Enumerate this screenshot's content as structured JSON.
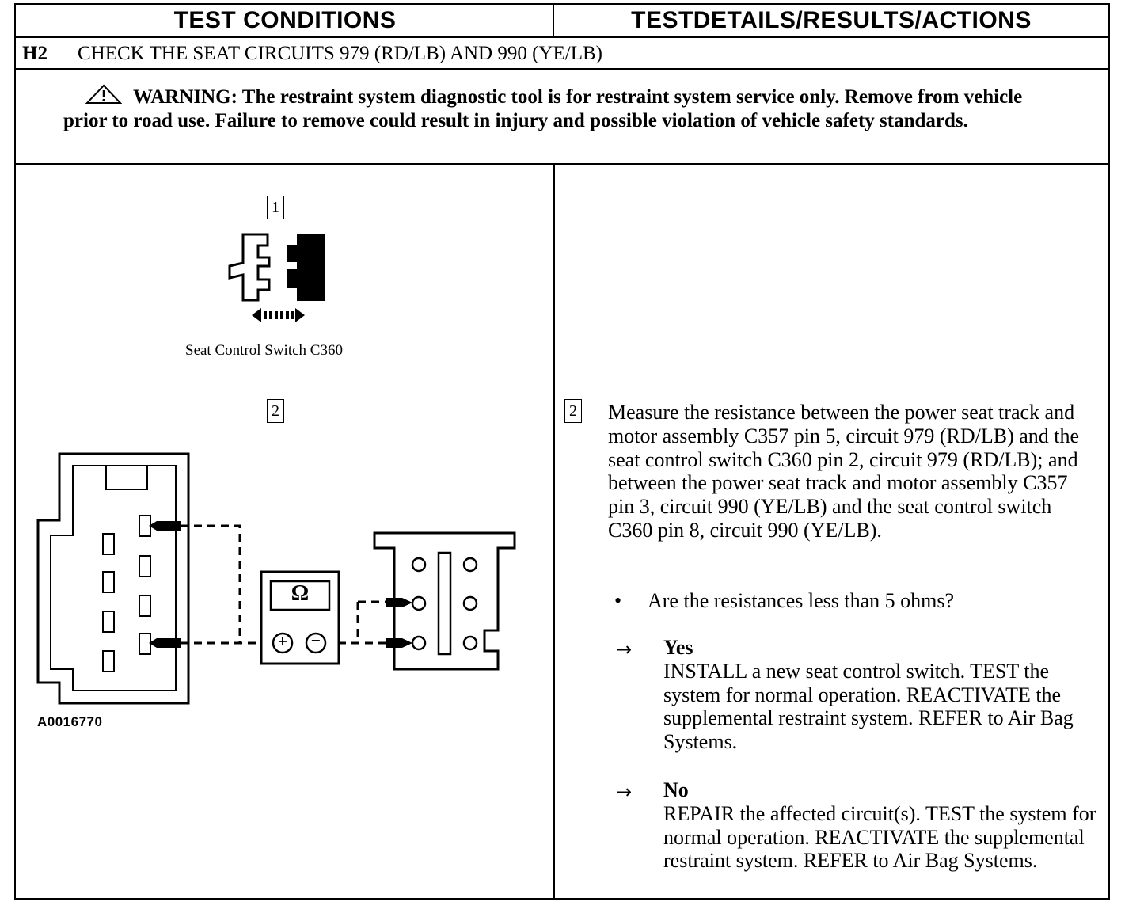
{
  "header": {
    "left_title": "TEST CONDITIONS",
    "right_title": "TESTDETAILS/RESULTS/ACTIONS"
  },
  "step": {
    "number": "H2",
    "title": "CHECK THE SEAT CIRCUITS 979 (RD/LB) AND 990 (YE/LB)"
  },
  "warning": {
    "label": "WARNING:",
    "text": "The restraint system diagnostic tool is for restraint system service only. Remove from vehicle prior to road use. Failure to remove could result in injury and possible violation of vehicle safety standards."
  },
  "diagram": {
    "step1_label": "1",
    "step1_caption": "Seat Control Switch C360",
    "step2_label": "2",
    "meter_symbol": "Ω",
    "plus_symbol": "+",
    "minus_symbol": "−",
    "figure_id": "A0016770"
  },
  "details": {
    "step_label": "2",
    "instruction": "Measure the resistance between the power seat track and motor assembly C357 pin 5, circuit 979 (RD/LB) and the seat control switch C360 pin 2, circuit 979 (RD/LB); and between the power seat track and motor assembly C357 pin 3, circuit 990 (YE/LB) and the seat control switch C360 pin 8, circuit 990 (YE/LB).",
    "question_bullet": "•",
    "question": "Are the resistances less than 5 ohms?",
    "arrow_symbol": "→",
    "yes_label": "Yes",
    "yes_text": "INSTALL a new seat control switch. TEST the system for normal operation. REACTIVATE the supplemental restraint system. REFER to Air Bag Systems.",
    "no_label": "No",
    "no_text": "REPAIR the affected circuit(s). TEST the system for normal operation. REACTIVATE the supplemental restraint system. REFER to Air Bag Systems."
  }
}
